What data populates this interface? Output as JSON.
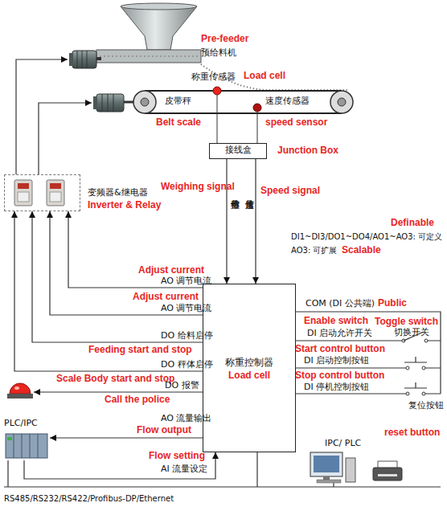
{
  "diagram": {
    "nodes": [
      {
        "text": [
          "接线盒",
          "Junction Box"
        ]
      },
      {
        "text": [
          "变频器&继电器",
          "Inverter & Relay"
        ]
      },
      {
        "text": [
          "称重控制器",
          "Load cell"
        ]
      },
      {
        "text": [
          "PLC/IPC"
        ]
      },
      {
        "text": [
          "IPC/ PLC"
        ]
      }
    ],
    "edges": [
      {
        "from": 0,
        "to": 2,
        "label": "称重信号",
        "arrow": "to"
      },
      {
        "from": 0,
        "to": 2,
        "label": "速度信号",
        "arrow": "to"
      },
      {
        "from": 2,
        "to": 1,
        "arrow": "to"
      },
      {
        "from": 2,
        "to": 1,
        "arrow": "to"
      },
      {
        "from": 2,
        "to": 1,
        "arrow": "to"
      },
      {
        "from": 2,
        "to": 1,
        "arrow": "to"
      },
      {
        "from": 2,
        "to": 3,
        "arrow": "to"
      },
      {
        "from": 3,
        "to": 2,
        "arrow": "to"
      }
    ],
    "labels": [
      "Pre-feeder",
      "预给料机",
      "称重传感器",
      "Load cell",
      "皮带秤",
      "速度传感器",
      "Belt scale",
      "speed sensor",
      "Weighing signal",
      "Speed signal",
      "Definable",
      "DI1~DI3/DO1~DO4/AO1~AO3: 可定义",
      "AO3: 可扩展",
      "Scalable",
      "Adjust current",
      "AO 调节电流",
      "Adjust current",
      "AO 调节电流",
      "DO 给料启停",
      "Feeding start and stop",
      "DO 秤体启停",
      "Scale Body start and stop",
      "DO 报警",
      "Call the police",
      "AO 流量输出",
      "Flow output",
      "Flow setting",
      "AI 流量设定",
      "COM (DI 公共端)",
      "Public",
      "Toggle switch",
      "切换开关",
      "Enable switch",
      "DI 启动允许开关",
      "Start control button",
      "DI 启动控制按钮",
      "Stop control button",
      "DI 停机控制按钮",
      "复位按钮",
      "reset button",
      "RS485/RS232/RS422/Profibus-DP/Ethernet"
    ]
  }
}
